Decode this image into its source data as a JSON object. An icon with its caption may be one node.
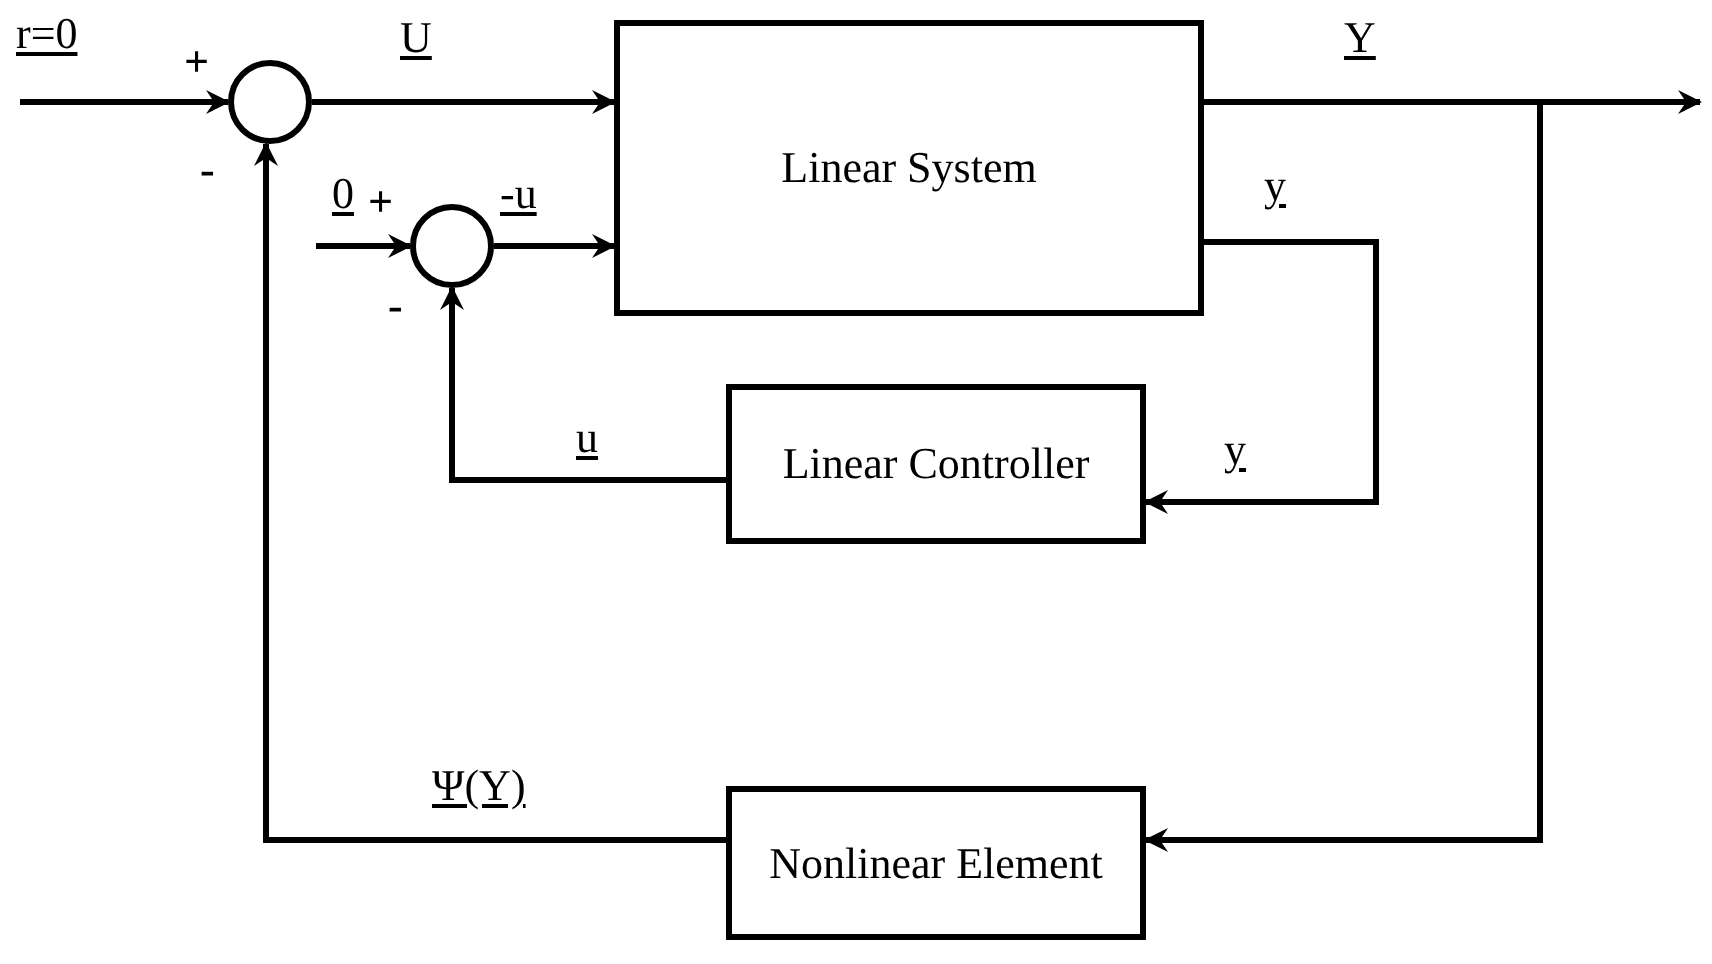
{
  "diagram": {
    "nodes": [
      {
        "text": [],
        "shape": "circle"
      },
      {
        "text": [],
        "shape": "circle"
      },
      {
        "text": [
          "Linear System"
        ]
      },
      {
        "text": [
          "Linear Controller"
        ]
      },
      {
        "text": [
          "Nonlinear Element"
        ]
      }
    ],
    "edges": [
      {
        "from": null,
        "to": 0,
        "arrow": "to",
        "label": "r=0"
      },
      {
        "from": 0,
        "to": 2,
        "arrow": "to",
        "label": "U"
      },
      {
        "from": null,
        "to": 1,
        "arrow": "to",
        "label": "0"
      },
      {
        "from": 1,
        "to": 2,
        "arrow": "to",
        "label": "-u"
      },
      {
        "from": 2,
        "to": null,
        "arrow": "to",
        "label": "Y"
      },
      {
        "from": 2,
        "to": 3,
        "arrow": "to",
        "label": "y"
      },
      {
        "from": 3,
        "to": 1,
        "arrow": "to",
        "label": "u"
      },
      {
        "from": 2,
        "to": 4,
        "arrow": "to"
      },
      {
        "from": 4,
        "to": 0,
        "arrow": "to",
        "label": "Ψ(Y)"
      }
    ],
    "labels": [
      "+",
      "-",
      "+",
      "-",
      "y"
    ]
  }
}
